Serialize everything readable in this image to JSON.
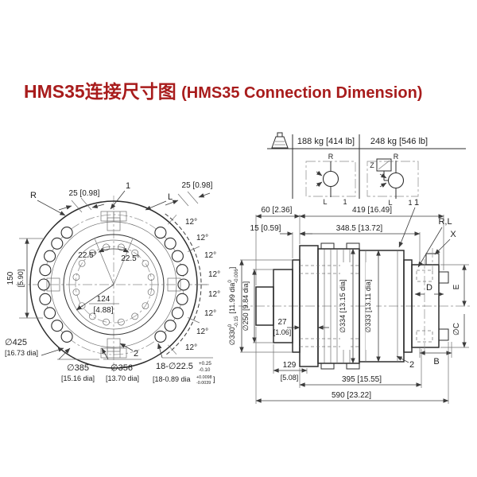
{
  "title": {
    "zh": "HMS35连接尺寸图",
    "en": "(HMS35 Connection Dimension)"
  },
  "colors": {
    "title_red": "#a81c1c",
    "line": "#2e2e2e"
  },
  "weights": {
    "left": "188 kg [414 lb]",
    "right": "248 kg [546 lb]",
    "schematic_left": {
      "top": "R",
      "bottom": "L",
      "ref": "1"
    },
    "schematic_right": {
      "top": "R",
      "bottom": "L",
      "ref": "1",
      "drain": "Z"
    }
  },
  "front_view": {
    "label_r": "R",
    "label_l": "L",
    "ref_1": "1",
    "ref_2": "2",
    "dim_25_left": "25 [0.98]",
    "dim_25_right": "25 [0.98]",
    "angle_12": [
      "12°",
      "12°",
      "12°",
      "12°",
      "12°",
      "12°",
      "12°",
      "12°"
    ],
    "angle_225_left": "22.5°",
    "angle_225_right": "22.5°",
    "radius_124": "124",
    "radius_124_in": "[4.88]",
    "dim_150": "150",
    "dim_150_in": "[5.90]",
    "dia_425": "∅425",
    "dia_425_in": "[16.73 dia]",
    "dia_385": "∅385",
    "dia_385_in": "[15.16 dia]",
    "dia_356": "∅356",
    "dia_356_in": "[13.70 dia]",
    "holes": "18-∅22.5",
    "holes_tol_hi": "+0.25",
    "holes_tol_lo": "-0.10",
    "holes_in": "[18-0.89 dia",
    "holes_in_tol_hi": "+0.0098",
    "holes_in_tol_lo": "-0.0039",
    "holes_in_close": "]"
  },
  "side_view": {
    "ref_1": "1",
    "ref_2": "2",
    "port_rl": "R,L",
    "port_x": "X",
    "port_d": "D",
    "port_e": "E",
    "port_c": "∅C",
    "port_b": "B",
    "dim_60": "60 [2.36]",
    "dim_15": "15 [0.59]",
    "dim_419": "419 [16.49]",
    "dim_348": "348.5 [13.72]",
    "dia_330": "∅330",
    "dia_330_hi": "0",
    "dia_330_lo": "-0.15",
    "dia_330_in": "[11.99 dia",
    "dia_330_in_hi": "0",
    "dia_330_in_lo": "-0.006",
    "dia_330_in_close": "]",
    "dia_250": "∅250 [9.84 dia]",
    "dim_27": "27",
    "dim_27_in": "[1.06]",
    "dia_334": "∅334 [13.15 dia]",
    "dia_333": "∅333 [13.11 dia]",
    "dim_129": "129",
    "dim_129_in": "[5.08]",
    "dim_395": "395 [15.55]",
    "dim_590": "590 [23.22]"
  }
}
